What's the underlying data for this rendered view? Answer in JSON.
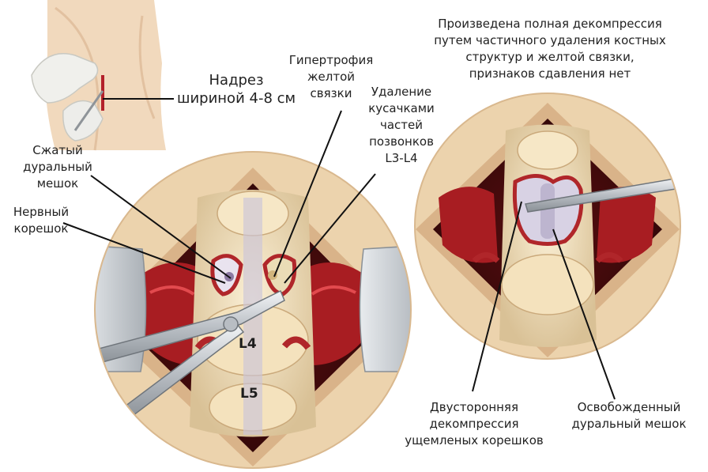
{
  "labels": {
    "incision": [
      "Надрез",
      "шириной 4-8 см"
    ],
    "compressed_sac": [
      "Сжатый",
      "дуральный",
      "мешок"
    ],
    "nerve_root": [
      "Нервный",
      "корешок"
    ],
    "ligament_hypertrophy": [
      "Гипертрофия",
      "желтой",
      "связки"
    ],
    "removal": [
      "Удаление",
      "кусачками",
      "частей",
      "позвонков",
      "L3-L4"
    ],
    "result": [
      "Произведена полная декомпрессия",
      "путем частичного удаления костных",
      "структур и желтой связки,",
      "признаков сдавления нет"
    ],
    "bilateral": [
      "Двусторонняя",
      "декомпрессия",
      "ущемленых корешков"
    ],
    "released_sac": [
      "Освобожденный",
      "дуральный мешок"
    ]
  },
  "vertebra_labels": {
    "l4": "L4",
    "l5": "L5"
  },
  "colors": {
    "tissue_dark": "#7a1418",
    "tissue_red": "#c0262b",
    "bone": "#efdcb4",
    "bone_shadow": "#cdb48a",
    "skin": "#ecd2ad",
    "skin_edge": "#d9b389",
    "instrument": "#c9cdd2",
    "dura": "#c9c3d6",
    "line": "#111111"
  }
}
